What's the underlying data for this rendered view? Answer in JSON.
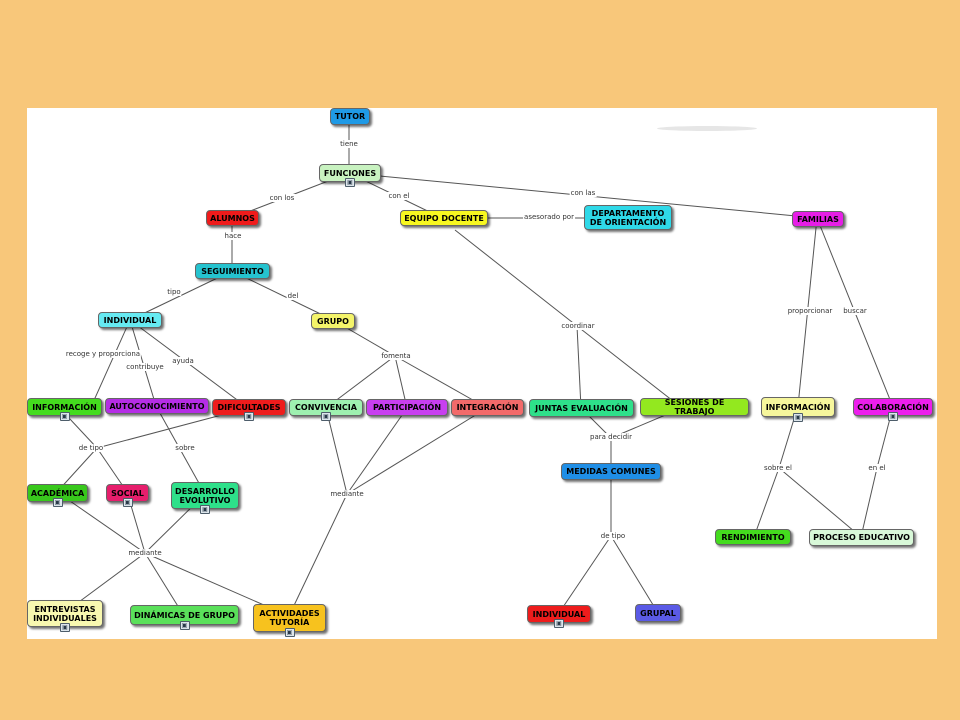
{
  "nodes": {
    "tutor": {
      "label": "TUTOR",
      "color": "#1f9ae6"
    },
    "funciones": {
      "label": "FUNCIONES",
      "color": "#c8f2c0",
      "badge": "▣"
    },
    "alumnos": {
      "label": "ALUMNOS",
      "color": "#ef1b1b"
    },
    "equipo_docente": {
      "label": "EQUIPO DOCENTE",
      "color": "#f7f720"
    },
    "departamento": {
      "label": "DEPARTAMENTO DE ORIENTACIÓN",
      "color": "#2fd9e8"
    },
    "familias": {
      "label": "FAMILIAS",
      "color": "#e61ee6"
    },
    "seguimiento": {
      "label": "SEGUIMIENTO",
      "color": "#25c3cf"
    },
    "individual": {
      "label": "INDIVIDUAL",
      "color": "#66eaf2"
    },
    "grupo": {
      "label": "GRUPO",
      "color": "#f4f46a"
    },
    "informacion_a": {
      "label": "INFORMACIÓN",
      "color": "#44dc1e",
      "badge": "▣"
    },
    "autoconocimiento": {
      "label": "AUTOCONOCIMIENTO",
      "color": "#b52de6"
    },
    "dificultades": {
      "label": "DIFICULTADES",
      "color": "#ee1c1c",
      "badge": "▣"
    },
    "convivencia": {
      "label": "CONVIVENCIA",
      "color": "#9ef0b0",
      "badge": "▣"
    },
    "participacion": {
      "label": "PARTICIPACIÓN",
      "color": "#c83ff0"
    },
    "integracion": {
      "label": "INTEGRACIÓN",
      "color": "#f26a6a"
    },
    "juntas": {
      "label": "JUNTAS EVALUACIÓN",
      "color": "#2ee08a"
    },
    "sesiones": {
      "label": "SESIONES DE TRABAJO",
      "color": "#93e81f"
    },
    "informacion_f": {
      "label": "INFORMACIÓN",
      "color": "#f6f69c",
      "badge": "▣"
    },
    "colaboracion": {
      "label": "COLABORACIÓN",
      "color": "#ec1eec",
      "badge": "▣"
    },
    "academica": {
      "label": "ACADÉMICA",
      "color": "#38c81c",
      "badge": "▣"
    },
    "social": {
      "label": "SOCIAL",
      "color": "#e61e6c",
      "badge": "▣"
    },
    "desarrollo": {
      "label": "DESARROLLO EVOLUTIVO",
      "color": "#2ee08a",
      "badge": "▣"
    },
    "medidas": {
      "label": "MEDIDAS COMUNES",
      "color": "#1f8ee6"
    },
    "rendimiento": {
      "label": "RENDIMIENTO",
      "color": "#44dc1e"
    },
    "proceso": {
      "label": "PROCESO EDUCATIVO",
      "color": "#d8f8d8"
    },
    "entrevistas": {
      "label": "ENTREVISTAS INDIVIDUALES",
      "color": "#f8f8b0",
      "badge": "▣"
    },
    "dinamicas": {
      "label": "DINÁMICAS DE GRUPO",
      "color": "#5ae05a",
      "badge": "▣"
    },
    "actividades": {
      "label": "ACTIVIDADES TUTORÍA",
      "color": "#f7c21e",
      "badge": "▣"
    },
    "individual_m": {
      "label": "INDIVIDUAL",
      "color": "#ee1c1c",
      "badge": "▣"
    },
    "grupal": {
      "label": "GRUPAL",
      "color": "#5a5ae6"
    }
  },
  "link_labels": {
    "tiene": "tiene",
    "con_los": "con los",
    "con_el": "con el",
    "con_las": "con las",
    "asesorado_por": "asesorado por",
    "hace": "hace",
    "tipo": "tipo",
    "del": "del",
    "recoge": "recoge y proporciona",
    "contribuye": "contribuye",
    "ayuda": "ayuda",
    "fomenta": "fomenta",
    "coordinar": "coordinar",
    "proporcionar": "proporcionar",
    "buscar": "buscar",
    "de_tipo_a": "de tipo",
    "sobre": "sobre",
    "mediante_g": "mediante",
    "para_decidir": "para decidir",
    "sobre_el": "sobre el",
    "en_el": "en el",
    "mediante_a": "mediante",
    "de_tipo_m": "de tipo"
  }
}
